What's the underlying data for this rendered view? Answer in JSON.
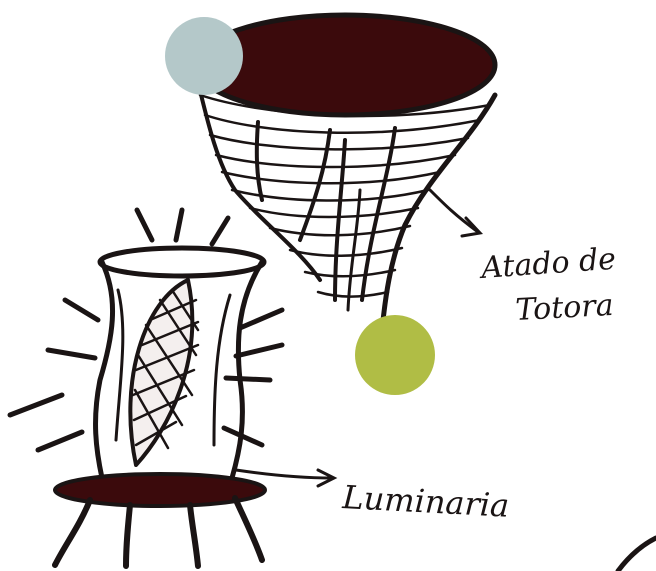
{
  "labels": {
    "bundle": [
      "Atado de",
      "Totora"
    ],
    "lamp": "Luminaria"
  },
  "colors": {
    "ink": "#1a1414",
    "basket_fill": "#3b0a0c",
    "lamp_base": "#3b0a0c",
    "dot_blue_gray": "#b4c8c9",
    "dot_olive": "#b0bd45",
    "background": "#ffffff"
  }
}
